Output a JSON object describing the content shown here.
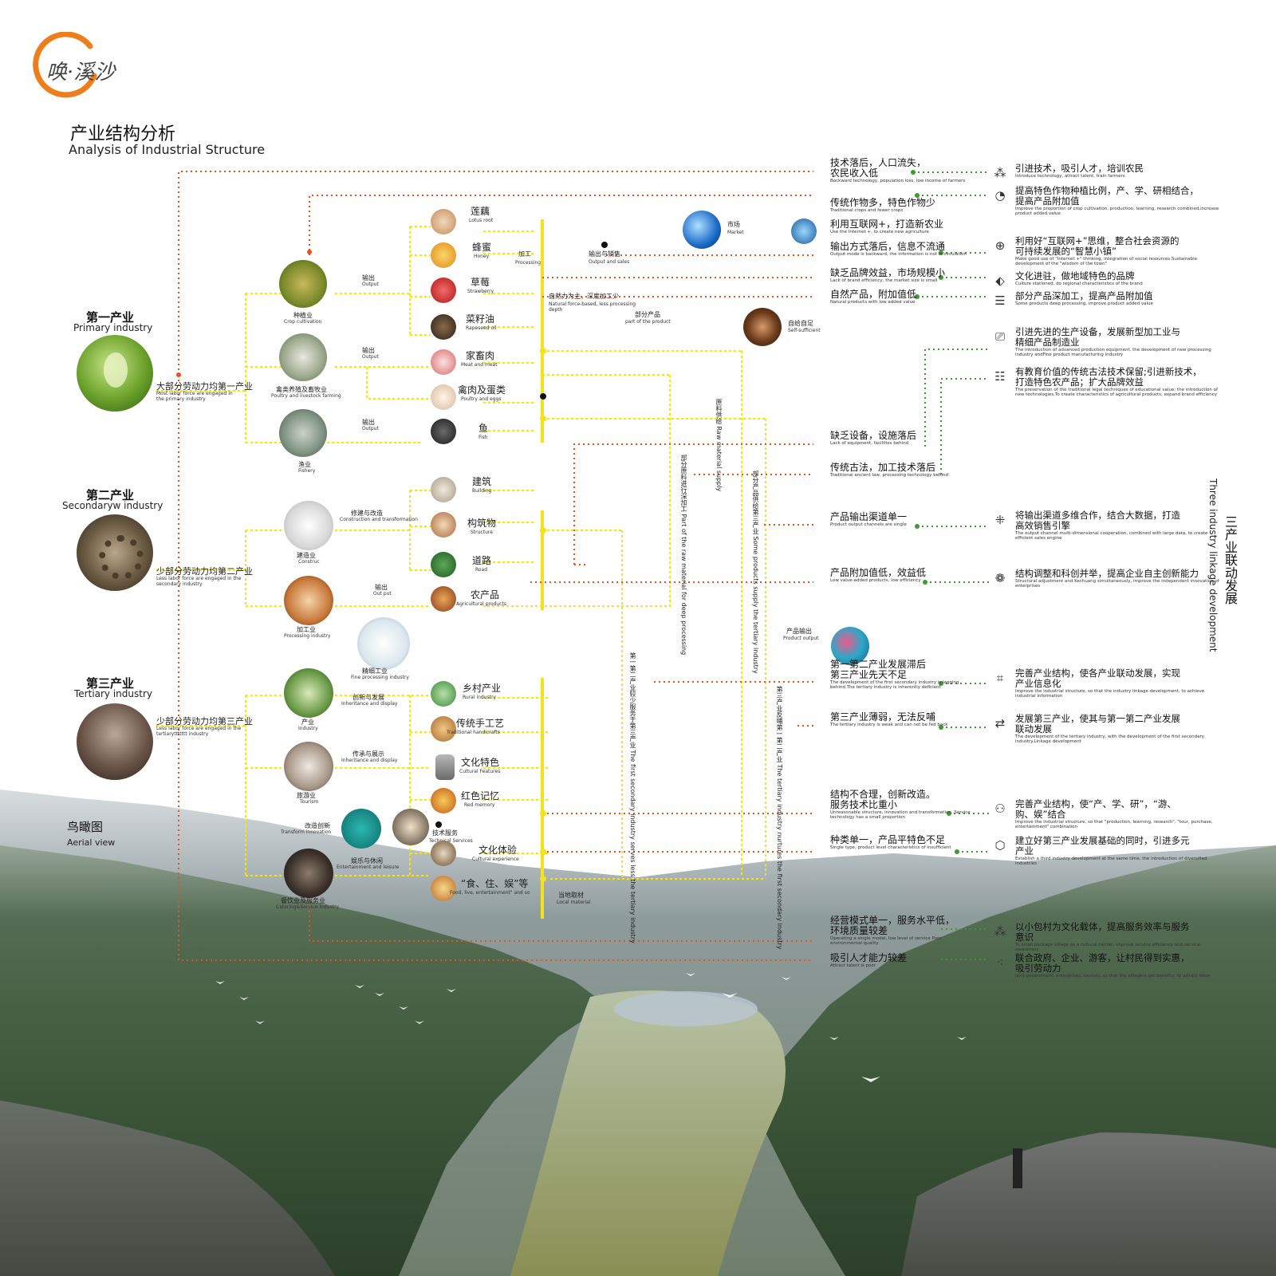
{
  "logo": {
    "text": "唤·溪沙"
  },
  "title": {
    "cn": "产业结构分析",
    "en": "Analysis of Industrial Structure"
  },
  "aerial": {
    "cn": "鸟瞰图",
    "en": "Aerial view"
  },
  "side_label": {
    "cn": "三产业联动发展",
    "en": "Three industry linkage development"
  },
  "primary": {
    "cn": "第一产业",
    "en": "Primary industry",
    "note_cn": "大部分劳动力均第一产业",
    "note_en": "Most labor force are engaged in the primary industry",
    "subs": [
      {
        "cn": "种植业",
        "en": "Crop cultivation",
        "out_cn": "输出",
        "out_en": "Output"
      },
      {
        "cn": "禽类养殖及畜牧业",
        "en": "Poultry and livestock farming",
        "out_cn": "输出",
        "out_en": "Output"
      },
      {
        "cn": "渔业",
        "en": "Fishery",
        "out_cn": "输出",
        "out_en": "Output"
      }
    ],
    "products": [
      {
        "cn": "莲藕",
        "en": "Lotus root"
      },
      {
        "cn": "蜂蜜",
        "en": "Honey"
      },
      {
        "cn": "草莓",
        "en": "Strawberry"
      },
      {
        "cn": "菜籽油",
        "en": "Rapeseed oil"
      },
      {
        "cn": "家畜肉",
        "en": "Meat and meat"
      },
      {
        "cn": "禽肉及蛋类",
        "en": "Poultry and eggs"
      },
      {
        "cn": "鱼",
        "en": "Fish"
      }
    ]
  },
  "secondary": {
    "cn": "第二产业",
    "en": "Secondaryw industry",
    "note_cn": "少部分劳动力均第二产业",
    "note_en": "Less labor force are engaged in the secondary industry",
    "subs": [
      {
        "cn": "建造业",
        "en": "Construc",
        "act_cn": "修建与改造",
        "act_en": "Construction and transformation"
      },
      {
        "cn": "加工业",
        "en": "Processing industry",
        "act_cn": "输出",
        "act_en": "Out put"
      }
    ],
    "fine": {
      "cn": "精细工业",
      "en": "Fine processing industry"
    },
    "products": [
      {
        "cn": "建筑",
        "en": "Building"
      },
      {
        "cn": "构筑物",
        "en": "Structure"
      },
      {
        "cn": "道路",
        "en": "Road"
      },
      {
        "cn": "农产品",
        "en": "Agricultural products"
      }
    ]
  },
  "tertiary": {
    "cn": "第三产业",
    "en": "Tertiary industry",
    "note_cn": "少部分劳动力均第三产业",
    "note_en": "Less labor force are engaged in the tertiaryttttttt industry",
    "subs": [
      {
        "cn": "产业",
        "en": "Industry",
        "act_cn": "创新与发展",
        "act_en": "Inheritance and display"
      },
      {
        "cn": "旅游业",
        "en": "Tourism",
        "act_cn": "传承与展示",
        "act_en": "Inheritance and display"
      },
      {
        "cn": "餐饮业及服务业",
        "en": "Catering&Service Industry",
        "act_cn": "娱乐与休闲",
        "act_en": "Entertainment and leisure"
      }
    ],
    "transform": {
      "cn": "改造创新",
      "en": "Transform innovation"
    },
    "products": [
      {
        "cn": "乡村产业",
        "en": "Rural industry"
      },
      {
        "cn": "传统手工艺",
        "en": "Traditional handicrafts"
      },
      {
        "cn": "文化特色",
        "en": "Cultural Features"
      },
      {
        "cn": "红色记忆",
        "en": "Red memory"
      },
      {
        "cn": "技术服务",
        "en": "Technical Services"
      },
      {
        "cn": "文化体验",
        "en": "Cultural experience"
      },
      {
        "cn": "“食、住、娱”等",
        "en": "Food, live, entertainment\" and so"
      }
    ]
  },
  "center": {
    "process_cn": "加工",
    "process_en": "Processing",
    "sales_cn": "输出与销售",
    "sales_en": "Output and sales",
    "market_cn": "市场",
    "market_en": "Market",
    "nature_cn": "自然力为主，深度加工少",
    "nature_en": "Natural force-based, less processing depth",
    "partial_cn": "部分产品",
    "partial_en": "part of the product",
    "self_cn": "自给自足",
    "self_en": "Self-sufficient",
    "local_cn": "当地取材",
    "local_en": "Local material",
    "output_cn": "产品输出",
    "output_en": "Product output",
    "v_raw": "原料供给 Raw material supply",
    "v_part": "部分原料进行深加工 Part of the raw material for deep processing",
    "v_supply": "部分产品供给第三产业 Some products supply the tertiary industry",
    "v_service": "第一第二产业较少服务于第三产业 The first secondary industry serves less the tertiary industry",
    "v_tert": "第三产业反哺第一第二产业 The tertiary industry nurtures the first secondary industry"
  },
  "problems": [
    {
      "cn": "技术落后，人口流失，\n农民收入低",
      "en": "Backward technology, population loss, low income of farmers"
    },
    {
      "cn": "传统作物多，特色作物少",
      "en": "Traditional crops and fewer crops"
    },
    {
      "cn": "利用互联网+，打造新农业",
      "en": "Use the Internet +, to create new agriculture"
    },
    {
      "cn": "输出方式落后，信息不流通",
      "en": "Output mode is backward, the information is not in circulation"
    },
    {
      "cn": "缺乏品牌效益，市场规模小",
      "en": "Lack of brand efficiency, the market size is small"
    },
    {
      "cn": "自然产品，附加值低",
      "en": "Natural products with low added value"
    },
    {
      "cn": "缺乏设备，设施落后",
      "en": "Lack of equipment, facilities behind"
    },
    {
      "cn": "传统古法，加工技术落后",
      "en": "Traditional ancient law, processing technology behind"
    },
    {
      "cn": "产品输出渠道单一",
      "en": "Product output channels are single"
    },
    {
      "cn": "产品附加值低，效益低",
      "en": "Low value-added products, low efficiency"
    },
    {
      "cn": "第一第二产业发展滞后\n第三产业先天不足",
      "en": "The development of the first secondary industry is lagging behind.The tertiary industry is inherently deficient"
    },
    {
      "cn": "第三产业薄弱，无法反哺",
      "en": "The tertiary industry is weak and can not be fed back"
    },
    {
      "cn": "结构不合理，创新改造。\n服务技术比重小",
      "en": "Unreasonable structure, innovation and transformation. Service technology has a small proportion"
    },
    {
      "cn": "种类单一，产品平特色不足",
      "en": "Single type, product level characteristics of insufficient"
    },
    {
      "cn": "经营模式单一，服务水平低，\n环境质量较差",
      "en": "Operating a single model, low level of service Poor environmental quality"
    },
    {
      "cn": "吸引人才能力较差",
      "en": "Attract talent is poor"
    }
  ],
  "solutions": [
    {
      "icon": "people-icon",
      "glyph": "⁂",
      "cn": "引进技术，吸引人才，培训农民",
      "en": "Introduce technology, attract talent, train farmers"
    },
    {
      "icon": "pie-chart-icon",
      "glyph": "◔",
      "cn": "提高特色作物种植比例，产、学、研相结合，\n提高产品附加值",
      "en": "Improve the proportion of crop cultivation, production, learning, research combined,increase product added value"
    },
    {
      "icon": "globe-icon",
      "glyph": "⊕",
      "cn": "利用好“互联网+”思维，整合社会资源的\n可持续发展的“智慧小镇”",
      "en": "Make good use of \"Internet +\" thinking, integration of social resources.Sustainable development of the \"wisdom of the town\""
    },
    {
      "icon": "tag-icon",
      "glyph": "⬖",
      "cn": "文化进驻，做地域特色的品牌",
      "en": "Culture stationed, do regional characteristics of the brand"
    },
    {
      "icon": "list-icon",
      "glyph": "☰",
      "cn": "部分产品深加工，提高产品附加值",
      "en": "Some products deep processing, improve product added value"
    },
    {
      "icon": "monitor-gear-icon",
      "glyph": "⎚",
      "cn": "引进先进的生产设备，发展新型加工业与\n精细产品制造业",
      "en": "The introduction of advanced production equipment, the development of new processing industry andFine product manufacturing industry"
    },
    {
      "icon": "user-list-icon",
      "glyph": "☷",
      "cn": "有教育价值的传统古法技术保留;引进新技术，\n打造特色农产品；扩大品牌效益",
      "en": "The preservation of the traditional legal techniques of educational value; the introduction of new technologies,To create characteristics of agricultural products; expand brand efficiency"
    },
    {
      "icon": "network-icon",
      "glyph": "⁜",
      "cn": "将输出渠道多维合作，结合大数据，打造\n高效销售引擎",
      "en": "The output channel multi-dimensional cooperation, combined with large data, to create efficient sales engine"
    },
    {
      "icon": "cluster-icon",
      "glyph": "❁",
      "cn": "结构调整和科创并举，提高企业自主创新能力",
      "en": "Structural adjustment and Kechuang simultaneously, improve the independent innovation of enterprises"
    },
    {
      "icon": "chart-monitor-icon",
      "glyph": "⌗",
      "cn": "完善产业结构，使各产业联动发展，实现\n产业信息化",
      "en": "Improve the industrial structure, so that the industry linkage development, to achieve industrial information"
    },
    {
      "icon": "exchange-icon",
      "glyph": "⇄",
      "cn": "发展第三产业，使其与第一第二产业发展\n联动发展",
      "en": "The development of the tertiary industry, with the development of the first secondary industry.Linkage development"
    },
    {
      "icon": "hierarchy-icon",
      "glyph": "⚇",
      "cn": "完善产业结构，使“产、学、研”，“游、\n购、娱”结合",
      "en": "Improve the industrial structure, so that \"production, learning, research\", \"tour, purchase, entertainment\" combination"
    },
    {
      "icon": "cube-icon",
      "glyph": "⬡",
      "cn": "建立好第三产业发展基础的同时，引进多元\n产业",
      "en": "Establish a third industry development at the same time, the introduction of diversified industries"
    },
    {
      "icon": "user-group-icon",
      "glyph": "⁂",
      "cn": "以小包村为文化载体，提高服务效率与服务\n意识",
      "en": "To small package village as a cultural carrier, improve service efficiency and service awareness"
    },
    {
      "icon": "connect-icon",
      "glyph": "⁖",
      "cn": "联合政府、企业、游客，让村民得到实惠，\n吸引劳动力",
      "en": "Joint government, enterprises, tourists, so that the villagers get benefits, to attract labor"
    }
  ],
  "colors": {
    "orange": "#e8531c",
    "green": "#3c9a2e",
    "yellow": "#f4e21a",
    "logo": "#ee7d1e"
  }
}
